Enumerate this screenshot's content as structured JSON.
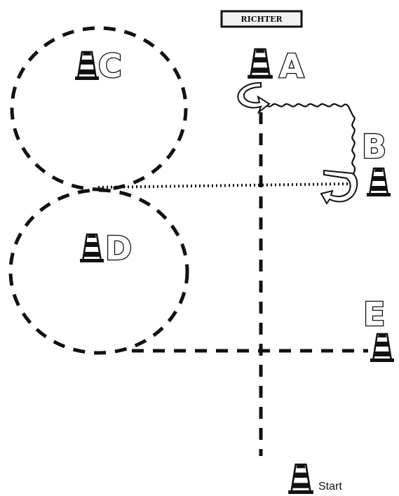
{
  "judge_label": "RICHTER",
  "start_label": "Start",
  "cones": [
    {
      "id": "A",
      "label": "A"
    },
    {
      "id": "B",
      "label": "B"
    },
    {
      "id": "C",
      "label": "C"
    },
    {
      "id": "D",
      "label": "D"
    },
    {
      "id": "E",
      "label": "E"
    }
  ]
}
